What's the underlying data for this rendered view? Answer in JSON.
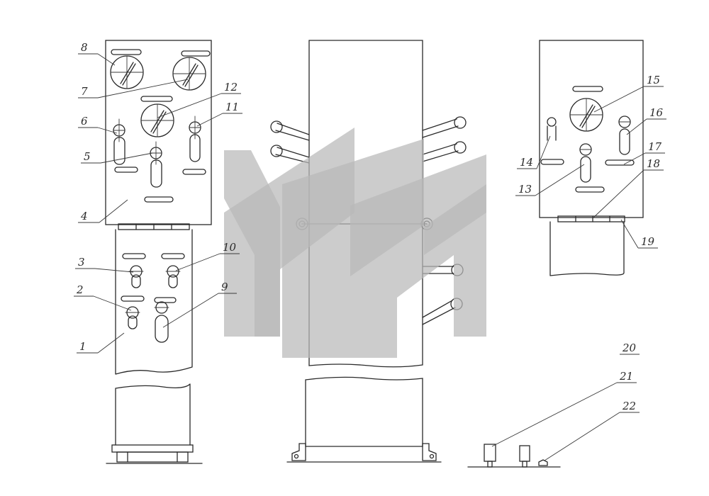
{
  "callouts": [
    "1",
    "2",
    "3",
    "4",
    "5",
    "6",
    "7",
    "8",
    "9",
    "10",
    "11",
    "12",
    "13",
    "14",
    "15",
    "16",
    "17",
    "18",
    "19",
    "20",
    "21",
    "22"
  ],
  "watermark": {
    "icon": "mm-logo-watermark-icon",
    "color": "#b9b9b9"
  },
  "ink_color": "#2a2a2a"
}
